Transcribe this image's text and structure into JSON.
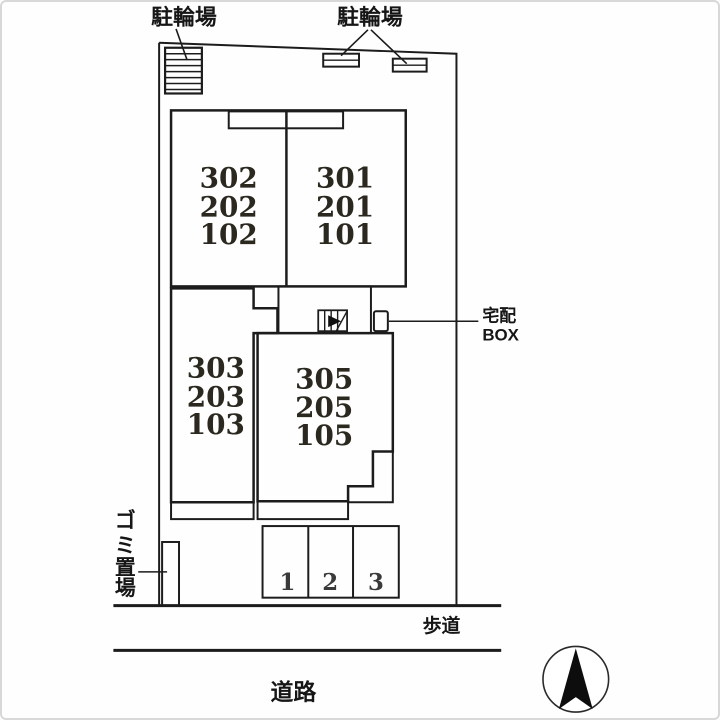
{
  "labels": {
    "bicycle_parking_left": "駐輪場",
    "bicycle_parking_right": "駐輪場",
    "delivery_box_line1": "宅配",
    "delivery_box_line2": "BOX",
    "garbage_area": "ゴミ置場",
    "garbage_area_chars": [
      "ゴ",
      "ミ",
      "置",
      "場"
    ],
    "sidewalk": "歩道",
    "road": "道路"
  },
  "buildings": {
    "block_upper_left": {
      "units": [
        "302",
        "202",
        "102"
      ]
    },
    "block_upper_right": {
      "units": [
        "301",
        "201",
        "101"
      ]
    },
    "block_lower_left": {
      "units": [
        "303",
        "203",
        "103"
      ]
    },
    "block_lower_right": {
      "units": [
        "305",
        "205",
        "105"
      ]
    }
  },
  "parking": {
    "spaces": [
      "1",
      "2",
      "3"
    ]
  },
  "colors": {
    "building_fill": "#F8F0A0",
    "line": "#1C1C1C",
    "background": "#FFFFFF"
  }
}
